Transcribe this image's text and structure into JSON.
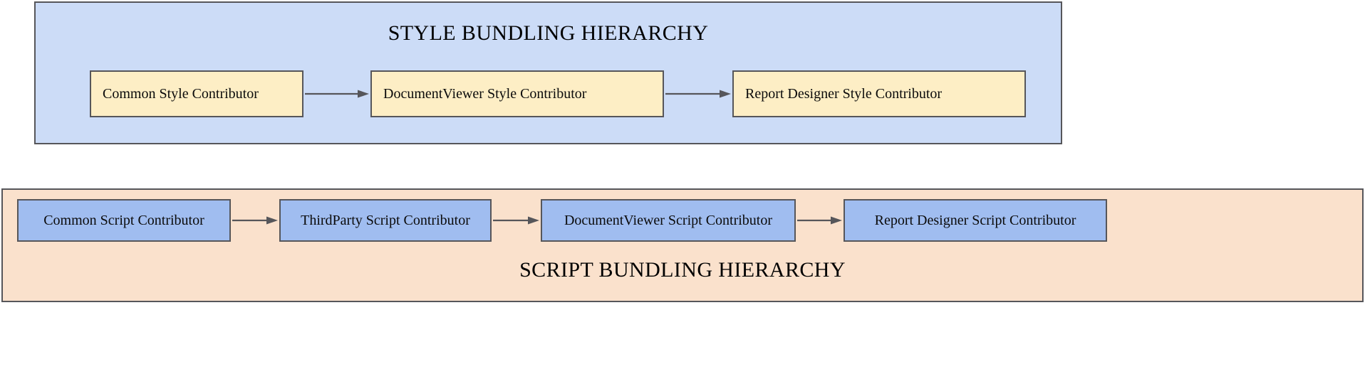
{
  "diagram": {
    "type": "flowchart",
    "orientation": "left-to-right",
    "panels": [
      {
        "id": "style-panel",
        "title": "STYLE BUNDLING HIERARCHY",
        "title_position": "top",
        "background_color": "#ccdcf7",
        "border_color": "#56565a",
        "node_fill_color": "#fdeec5",
        "nodes": [
          {
            "label": "Common Style Contributor"
          },
          {
            "label": "DocumentViewer Style Contributor"
          },
          {
            "label": "Report Designer Style Contributor"
          }
        ],
        "edges": [
          {
            "from": "Common Style Contributor",
            "to": "DocumentViewer Style Contributor",
            "arrow": "arrow-right-icon"
          },
          {
            "from": "DocumentViewer Style Contributor",
            "to": "Report Designer Style Contributor",
            "arrow": "arrow-right-icon"
          }
        ]
      },
      {
        "id": "script-panel",
        "title": "SCRIPT BUNDLING HIERARCHY",
        "title_position": "bottom",
        "background_color": "#fae1cc",
        "border_color": "#56565a",
        "node_fill_color": "#a0bdf0",
        "nodes": [
          {
            "label": "Common Script Contributor"
          },
          {
            "label": "ThirdParty Script Contributor"
          },
          {
            "label": "DocumentViewer Script Contributor"
          },
          {
            "label": "Report Designer Script Contributor"
          }
        ],
        "edges": [
          {
            "from": "Common Script Contributor",
            "to": "ThirdParty Script Contributor",
            "arrow": "arrow-right-icon"
          },
          {
            "from": "ThirdParty Script Contributor",
            "to": "DocumentViewer Script Contributor",
            "arrow": "arrow-right-icon"
          },
          {
            "from": "DocumentViewer Script Contributor",
            "to": "Report Designer Script Contributor",
            "arrow": "arrow-right-icon"
          }
        ]
      }
    ],
    "colors": {
      "edge": "#56565a",
      "text": "#0b0b0b",
      "page_background": "#ffffff"
    }
  }
}
